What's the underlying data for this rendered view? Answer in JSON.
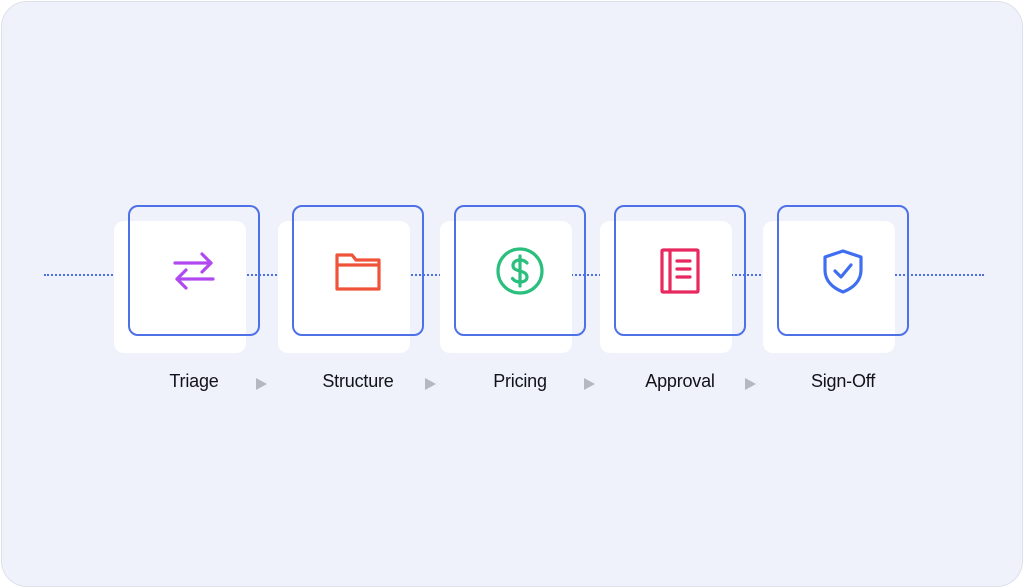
{
  "steps": [
    {
      "label": "Triage",
      "icon": "swap-arrows-icon",
      "color": "#b04af0"
    },
    {
      "label": "Structure",
      "icon": "folder-icon",
      "color": "#f0533a"
    },
    {
      "label": "Pricing",
      "icon": "dollar-circle-icon",
      "color": "#2bbf7e"
    },
    {
      "label": "Approval",
      "icon": "document-list-icon",
      "color": "#e8295f"
    },
    {
      "label": "Sign-Off",
      "icon": "shield-check-icon",
      "color": "#3f6ff0"
    }
  ],
  "colors": {
    "card_border": "#4f71e8",
    "connector": "#4d6fe6",
    "arrow": "#b4b8c2",
    "background": "#eff2fa"
  }
}
